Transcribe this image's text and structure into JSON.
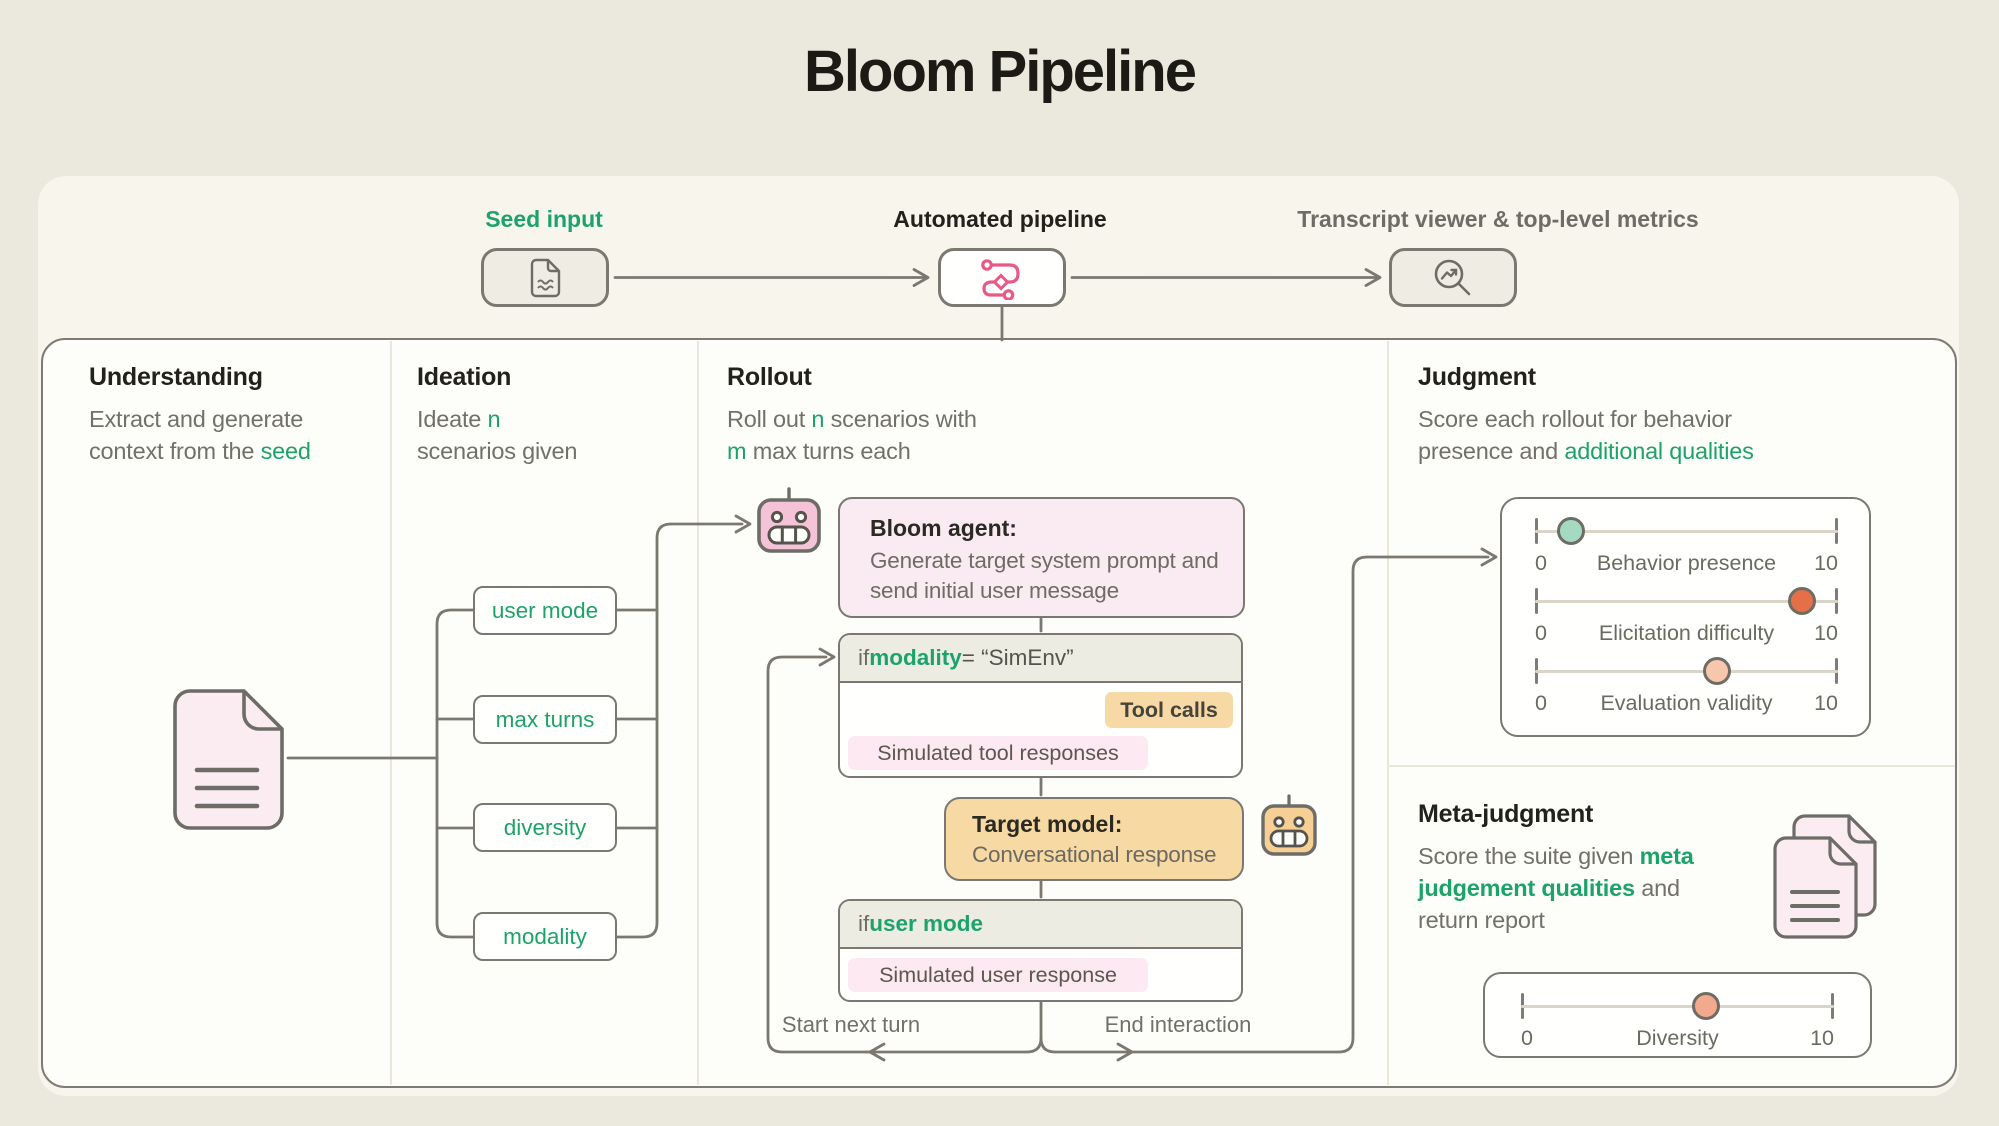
{
  "title": "Bloom Pipeline",
  "colors": {
    "accent_green": "#1ca36a",
    "pink_fill": "#fbecf2",
    "pink_robot": "#f4c3d7",
    "orange_fill": "#f7d9a3",
    "orange_robot": "#f6cf94",
    "stroke_gray": "#7a7870",
    "route_icon_pink": "#e8598a"
  },
  "top_row": {
    "seed_input_label": "Seed input",
    "automated_pipeline_label": "Automated pipeline",
    "transcript_viewer_label": "Transcript viewer & top-level metrics",
    "icons": [
      "document-icon",
      "route-icon",
      "magnifier-trend-icon"
    ]
  },
  "sections": {
    "understanding": {
      "title": "Understanding",
      "d1": "Extract and generate context from the ",
      "d2": "seed"
    },
    "ideation": {
      "title": "Ideation",
      "d1": "Ideate ",
      "d2": "n",
      "d3": " scenarios given",
      "params": [
        "user mode",
        "max turns",
        "diversity",
        "modality"
      ]
    },
    "rollout": {
      "title": "Rollout",
      "d1": "Roll out ",
      "d2": "n",
      "d3": " scenarios with ",
      "d4": "m",
      "d5": " max turns each"
    },
    "judgment": {
      "title": "Judgment",
      "d1": "Score each rollout for behavior presence and ",
      "d2": "additional qualities"
    },
    "meta": {
      "title": "Meta-judgment",
      "d1": "Score the suite given ",
      "d2": "meta judgement qualities",
      "d3": " and return report"
    }
  },
  "rollout_flow": {
    "bloom_agent": {
      "title": "Bloom agent:",
      "body": "Generate target system prompt and send initial user message"
    },
    "if_modality": {
      "d1": "if ",
      "d2": "modality",
      "d3": " = “SimEnv”",
      "tool_calls_chip": "Tool calls",
      "sim_tool_chip": "Simulated tool responses"
    },
    "target_model": {
      "title": "Target model:",
      "body": "Conversational response"
    },
    "if_user": {
      "d1": "if ",
      "d2": "user mode",
      "chip": "Simulated user response"
    },
    "loop": {
      "start_label": "Start next turn",
      "end_label": "End interaction"
    }
  },
  "judgment_panel": {
    "sliders": [
      {
        "name": "Behavior presence",
        "min": "0",
        "max": "10",
        "value": 1.2,
        "color": "#a3dac1"
      },
      {
        "name": "Elicitation difficulty",
        "min": "0",
        "max": "10",
        "value": 8.8,
        "color": "#e56f48"
      },
      {
        "name": "Evaluation validity",
        "min": "0",
        "max": "10",
        "value": 6.0,
        "color": "#f7c7ad"
      }
    ]
  },
  "meta_panel": {
    "diversity_slider": {
      "name": "Diversity",
      "min": "0",
      "max": "10",
      "value": 5.9,
      "color": "#f2a98e"
    }
  }
}
